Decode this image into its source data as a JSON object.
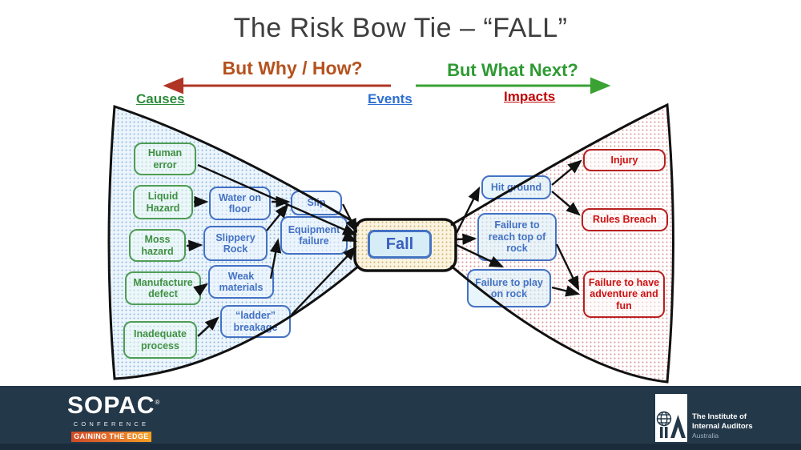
{
  "title": "The Risk Bow Tie – “FALL”",
  "header": {
    "left_question": "But Why / How?",
    "right_question": "But What Next?",
    "causes_label": "Causes",
    "events_label": "Events",
    "impacts_label": "Impacts"
  },
  "diagram": {
    "causes": [
      {
        "label": "Human error"
      },
      {
        "label": "Liquid Hazard"
      },
      {
        "label": "Moss hazard"
      },
      {
        "label": "Manufacture defect"
      },
      {
        "label": "Inadequate process"
      }
    ],
    "contributing_factors": [
      {
        "label": "Water on floor"
      },
      {
        "label": "Slippery Rock"
      },
      {
        "label": "Weak materials"
      },
      {
        "label": "“ladder” breakage"
      },
      {
        "label": "Slip"
      },
      {
        "label": "Equipment failure"
      }
    ],
    "event": {
      "label": "Fall"
    },
    "consequences": [
      {
        "label": "Hit ground"
      },
      {
        "label": "Failure to reach top of rock"
      },
      {
        "label": "Failure to play on rock"
      }
    ],
    "impacts": [
      {
        "label": "Injury"
      },
      {
        "label": "Rules Breach"
      },
      {
        "label": "Failure to have adventure and fun"
      }
    ]
  },
  "colors": {
    "cause_green": "#4f9d55",
    "factor_blue": "#4472c4",
    "impact_red": "#c00000",
    "event_text_blue": "#3a5fc0",
    "why_orange": "#b5521f",
    "why_arrow_red": "#b03524",
    "next_green": "#2e9a33",
    "next_arrow_green": "#3aa233",
    "left_fill_dots": "#8db6dc",
    "right_fill_dots": "#d69595",
    "event_fill_dots": "#d2b370",
    "footer_navy": "#233849"
  },
  "footer": {
    "sopac_name": "SOPAC",
    "sopac_reg": "®",
    "sopac_sub": "CONFERENCE",
    "sopac_badge": "GAINING THE EDGE",
    "iia_line1": "The Institute of",
    "iia_line2": "Internal Auditors",
    "iia_line3": "Australia"
  }
}
